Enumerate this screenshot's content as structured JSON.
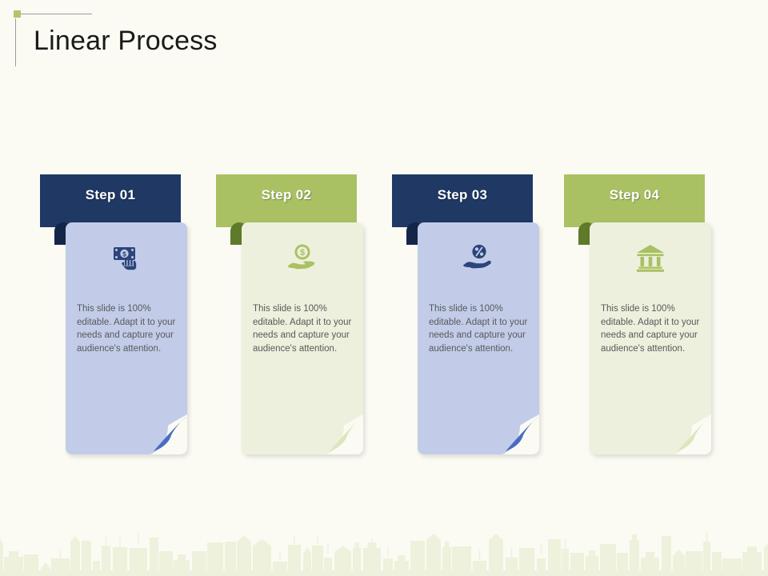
{
  "slide": {
    "title": "Linear Process",
    "background_color": "#fbfbf4",
    "accent_marker_color": "#b5c46a",
    "title_text_color": "#1a1a1a"
  },
  "palette": {
    "navy": "#1f3864",
    "navy_fold": "#14254a",
    "navy_card": "#c2cce8",
    "navy_curl": "#4a6cc0",
    "olive": "#a9c162",
    "olive_fold": "#5f7a2a",
    "olive_card": "#edf0dc",
    "olive_curl": "#dde6bb",
    "body_text": "#58595b"
  },
  "steps": [
    {
      "id": "step-01",
      "label": "Step 01",
      "body": "This slide is 100% editable. Adapt it to your needs and capture your audience's attention.",
      "icon": "money-in-hand-icon",
      "theme": "navy",
      "header_color": "#1f3864",
      "fold_color": "#14254a",
      "card_color": "#c2cce8",
      "curl_color": "#4a6cc0",
      "icon_color": "#2b4479"
    },
    {
      "id": "step-02",
      "label": "Step 02",
      "body": "This slide is 100% editable. Adapt it to your needs and capture your audience's attention.",
      "icon": "hand-holding-dollar-coin-icon",
      "theme": "olive",
      "header_color": "#a9c162",
      "fold_color": "#5f7a2a",
      "card_color": "#edf0dc",
      "curl_color": "#dde6bb",
      "icon_color": "#a9c162"
    },
    {
      "id": "step-03",
      "label": "Step 03",
      "body": "This slide is 100% editable. Adapt it to your needs and capture your audience's attention.",
      "icon": "hand-holding-percent-coin-icon",
      "theme": "navy",
      "header_color": "#1f3864",
      "fold_color": "#14254a",
      "card_color": "#c2cce8",
      "curl_color": "#4a6cc0",
      "icon_color": "#2b4479"
    },
    {
      "id": "step-04",
      "label": "Step 04",
      "body": "This slide is 100% editable. Adapt it to your needs and capture your audience's attention.",
      "icon": "bank-building-icon",
      "theme": "olive",
      "header_color": "#a9c162",
      "fold_color": "#5f7a2a",
      "card_color": "#edf0dc",
      "curl_color": "#dde6bb",
      "icon_color": "#a9c162"
    }
  ],
  "footer": {
    "decoration": "city-skyline-silhouette",
    "color": "#eef1db"
  }
}
